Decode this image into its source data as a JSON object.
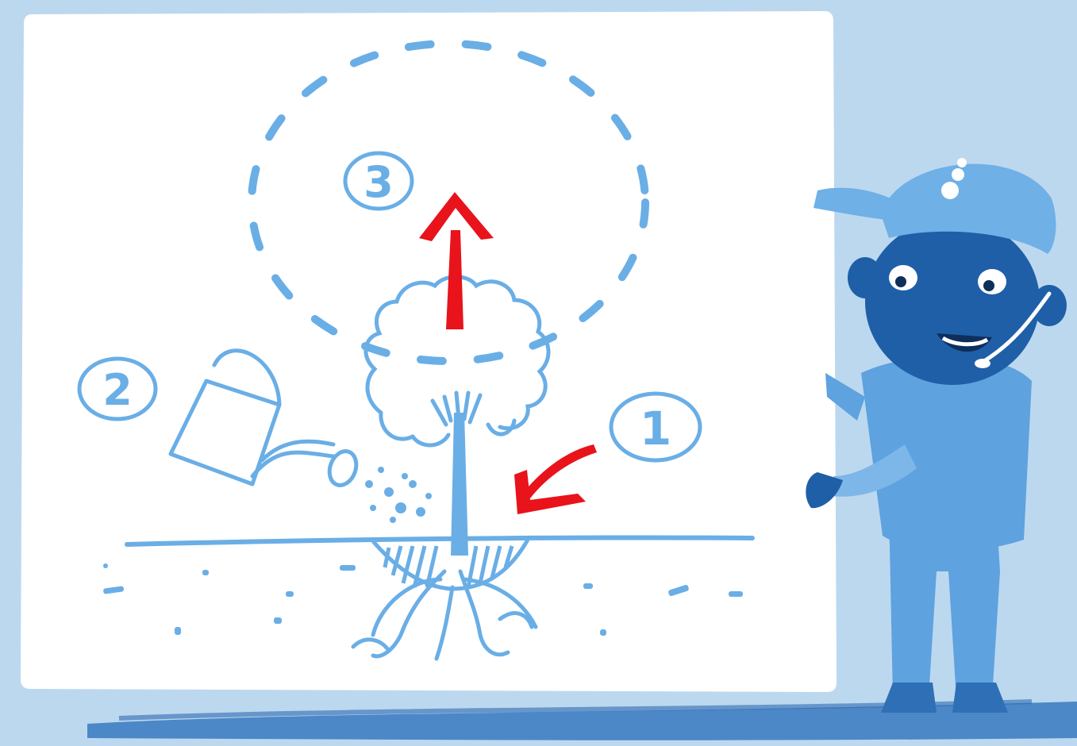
{
  "scene": {
    "description_free": true,
    "steps": [
      {
        "label": "1"
      },
      {
        "label": "2"
      },
      {
        "label": "3"
      }
    ],
    "colors": {
      "background": "#bcd8ef",
      "whiteboard": "#ffffff",
      "sketch_blue": "#6aaee6",
      "arrow_red": "#e8131b",
      "character_dark": "#1f5fa8",
      "character_mid": "#3f86cf",
      "character_light": "#6fb0e6"
    },
    "icons": [
      "watering-can-icon",
      "tree-icon",
      "grow-arrow-icon",
      "plant-arrow-icon"
    ]
  }
}
